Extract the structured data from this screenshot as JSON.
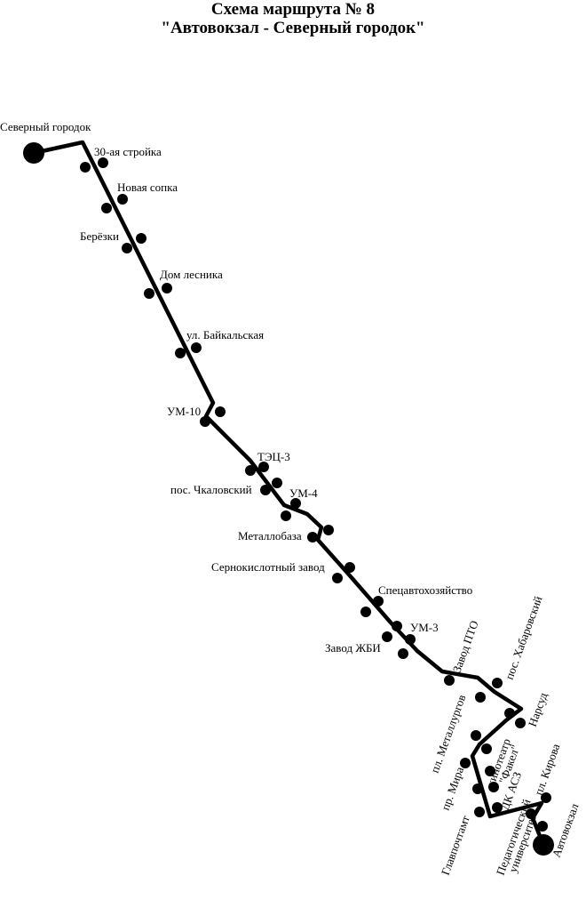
{
  "title": {
    "line1": "Схема маршрута № 8",
    "line2": "\"Автовокзал - Северный городок\""
  },
  "terminals": {
    "start": "Северный городок",
    "end": "Автовокзал"
  },
  "stops": [
    "30-ая стройка",
    "Новая сопка",
    "Берёзки",
    "Дом лесника",
    "ул. Байкальская",
    "УМ-10",
    "ТЭЦ-3",
    "пос. Чкаловский",
    "УМ-4",
    "Металлобаза",
    "Сернокислотный завод",
    "Спецавтохозяйство",
    "УМ-3",
    "Завод ЖБИ",
    "Завод ПТО",
    "пос. Хабаровский",
    "Нарсуд",
    "пл. Металлургов",
    "кинотеатр",
    "\"Факел\"",
    "пр. Мира",
    "ДК АСЗ",
    "пл. Кирова",
    "Главпочтамт",
    "Педагогический",
    "университет"
  ],
  "colors": {
    "line": "#000000",
    "background": "#ffffff"
  }
}
